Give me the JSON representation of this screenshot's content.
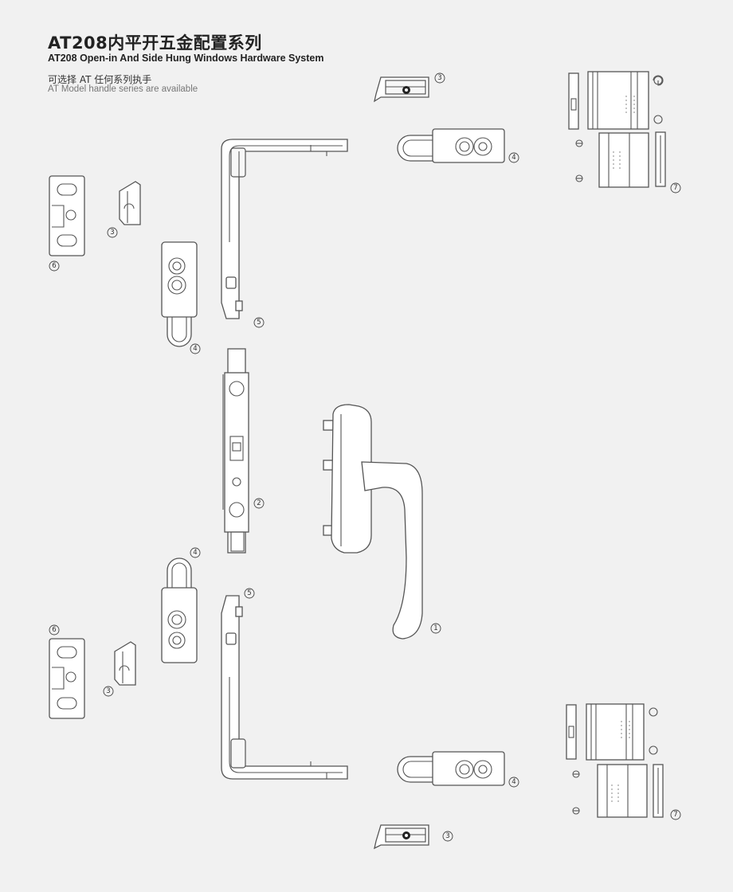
{
  "header": {
    "title_cn": "AT208内平开五金配置系列",
    "title_en": "AT208 Open-in And Side Hung Windows Hardware System",
    "note_cn": "可选择  AT  任何系列执手",
    "note_en": "AT Model handle series are available"
  },
  "callouts": {
    "c1": "1",
    "c2": "2",
    "c3": "3",
    "c4": "4",
    "c5": "5",
    "c6": "6",
    "c7": "7"
  }
}
